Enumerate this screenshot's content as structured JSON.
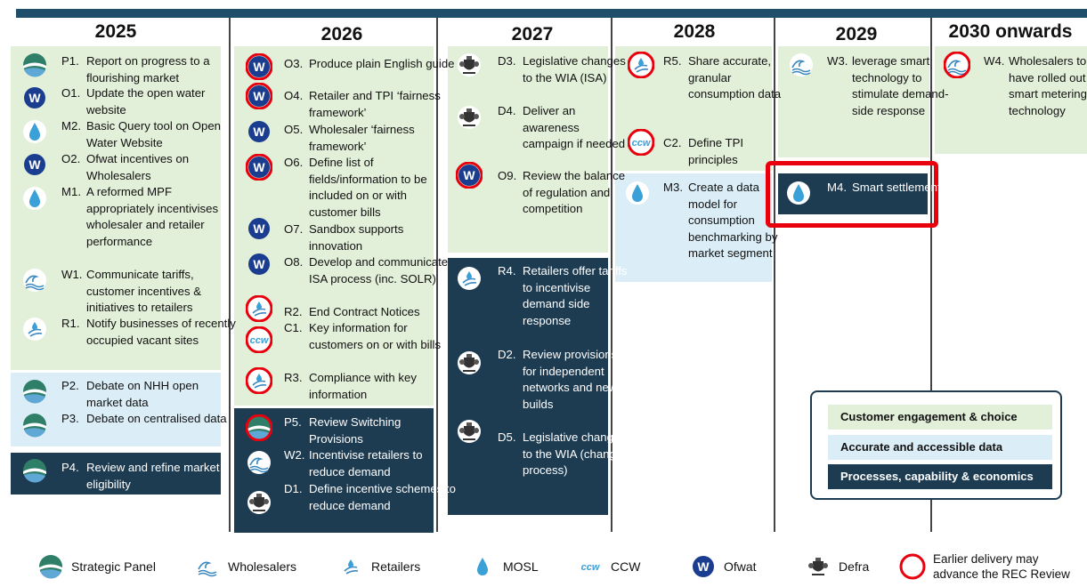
{
  "years": [
    "2025",
    "2026",
    "2027",
    "2028",
    "2029",
    "2030 onwards"
  ],
  "items": [
    {
      "code": "P1.",
      "text": "Report on progress to a flourishing market",
      "icon": "strategic-panel-icon",
      "ring": false
    },
    {
      "code": "O1.",
      "text": "Update the open water website",
      "icon": "ofwat-icon",
      "ring": false
    },
    {
      "code": "M2.",
      "text": "Basic Query tool on Open Water Website",
      "icon": "mosl-icon",
      "ring": false
    },
    {
      "code": "O2.",
      "text": "Ofwat incentives on Wholesalers",
      "icon": "ofwat-icon",
      "ring": false
    },
    {
      "code": "M1.",
      "text": "A reformed MPF appropriately incentivises wholesaler and retailer performance",
      "icon": "mosl-icon",
      "ring": false
    },
    {
      "code": "W1.",
      "text": "Communicate tariffs, customer incentives & initiatives to retailers",
      "icon": "wholesalers-icon",
      "ring": false
    },
    {
      "code": "R1.",
      "text": "Notify businesses of recently occupied vacant sites",
      "icon": "retailers-icon",
      "ring": false
    },
    {
      "code": "P2.",
      "text": "Debate on NHH open market data",
      "icon": "strategic-panel-icon",
      "ring": false
    },
    {
      "code": "P3.",
      "text": "Debate on centralised data",
      "icon": "strategic-panel-icon",
      "ring": false
    },
    {
      "code": "P4.",
      "text": "Review and refine market eligibility",
      "icon": "strategic-panel-icon",
      "ring": false
    },
    {
      "code": "O3.",
      "text": "Produce plain English guide",
      "icon": "ofwat-icon",
      "ring": true
    },
    {
      "code": "O4.",
      "text": "Retailer and TPI ‘fairness framework’",
      "icon": "ofwat-icon",
      "ring": true
    },
    {
      "code": "O5.",
      "text": "Wholesaler ‘fairness framework’",
      "icon": "ofwat-icon",
      "ring": false
    },
    {
      "code": "O6.",
      "text": "Define list of fields/information to be included on or with customer bills",
      "icon": "ofwat-icon",
      "ring": true
    },
    {
      "code": "O7.",
      "text": "Sandbox supports innovation",
      "icon": "ofwat-icon",
      "ring": false
    },
    {
      "code": "O8.",
      "text": "Develop and communicate ISA process (inc. SOLR)",
      "icon": "ofwat-icon",
      "ring": false
    },
    {
      "code": "R2.",
      "text": "End Contract Notices",
      "icon": "retailers-icon",
      "ring": true
    },
    {
      "code": "C1.",
      "text": "Key information for customers on or with bills",
      "icon": "ccw-icon",
      "ring": true
    },
    {
      "code": "R3.",
      "text": "Compliance with key information",
      "icon": "retailers-icon",
      "ring": true
    },
    {
      "code": "P5.",
      "text": "Review Switching Provisions",
      "icon": "strategic-panel-icon",
      "ring": true
    },
    {
      "code": "W2.",
      "text": "Incentivise retailers to reduce demand",
      "icon": "wholesalers-icon",
      "ring": false
    },
    {
      "code": "D1.",
      "text": "Define incentive schemes to reduce demand",
      "icon": "defra-icon",
      "ring": false
    },
    {
      "code": "D3.",
      "text": "Legislative changes to the WIA (ISA)",
      "icon": "defra-icon",
      "ring": false
    },
    {
      "code": "D4.",
      "text": "Deliver an awareness campaign if needed",
      "icon": "defra-icon",
      "ring": false
    },
    {
      "code": "O9.",
      "text": "Review the balance of regulation and competition",
      "icon": "ofwat-icon",
      "ring": true
    },
    {
      "code": "R4.",
      "text": "Retailers offer tariffs to incentivise demand side response",
      "icon": "retailers-icon",
      "ring": false
    },
    {
      "code": "D2.",
      "text": "Review provisions for independent networks and new builds",
      "icon": "defra-icon",
      "ring": false
    },
    {
      "code": "D5.",
      "text": "Legislative changes to the WIA (change process)",
      "icon": "defra-icon",
      "ring": false
    },
    {
      "code": "R5.",
      "text": "Share accurate, granular consumption data",
      "icon": "retailers-icon",
      "ring": true
    },
    {
      "code": "C2.",
      "text": "Define TPI principles",
      "icon": "ccw-icon",
      "ring": true
    },
    {
      "code": "M3.",
      "text": "Create a data model for consumption benchmarking by market segment",
      "icon": "mosl-icon",
      "ring": false
    },
    {
      "code": "W3.",
      "text": "leverage smart technology to stimulate demand-side response",
      "icon": "wholesalers-icon",
      "ring": false
    },
    {
      "code": "M4.",
      "text": "Smart settlement",
      "icon": "mosl-icon",
      "ring": false
    },
    {
      "code": "W4.",
      "text": "Wholesalers to have rolled out smart metering technology",
      "icon": "wholesalers-icon",
      "ring": true
    }
  ],
  "legend_box": [
    "Customer engagement & choice",
    "Accurate and accessible data",
    "Processes, capability & economics"
  ],
  "key": {
    "strategic_panel": "Strategic Panel",
    "wholesalers": "Wholesalers",
    "retailers": "Retailers",
    "mosl": "MOSL",
    "ccw": "CCW",
    "ofwat": "Ofwat",
    "defra": "Defra",
    "earlier": "Earlier delivery may advance the REC Review",
    "ccw_glyph": "ccw",
    "ofwat_glyph": "W"
  },
  "colors": {
    "green": "#e2efd9",
    "blue": "#dbeef7",
    "dark": "#1d3c52",
    "ring": "#e8000d",
    "ofwat": "#1a3d8f"
  }
}
